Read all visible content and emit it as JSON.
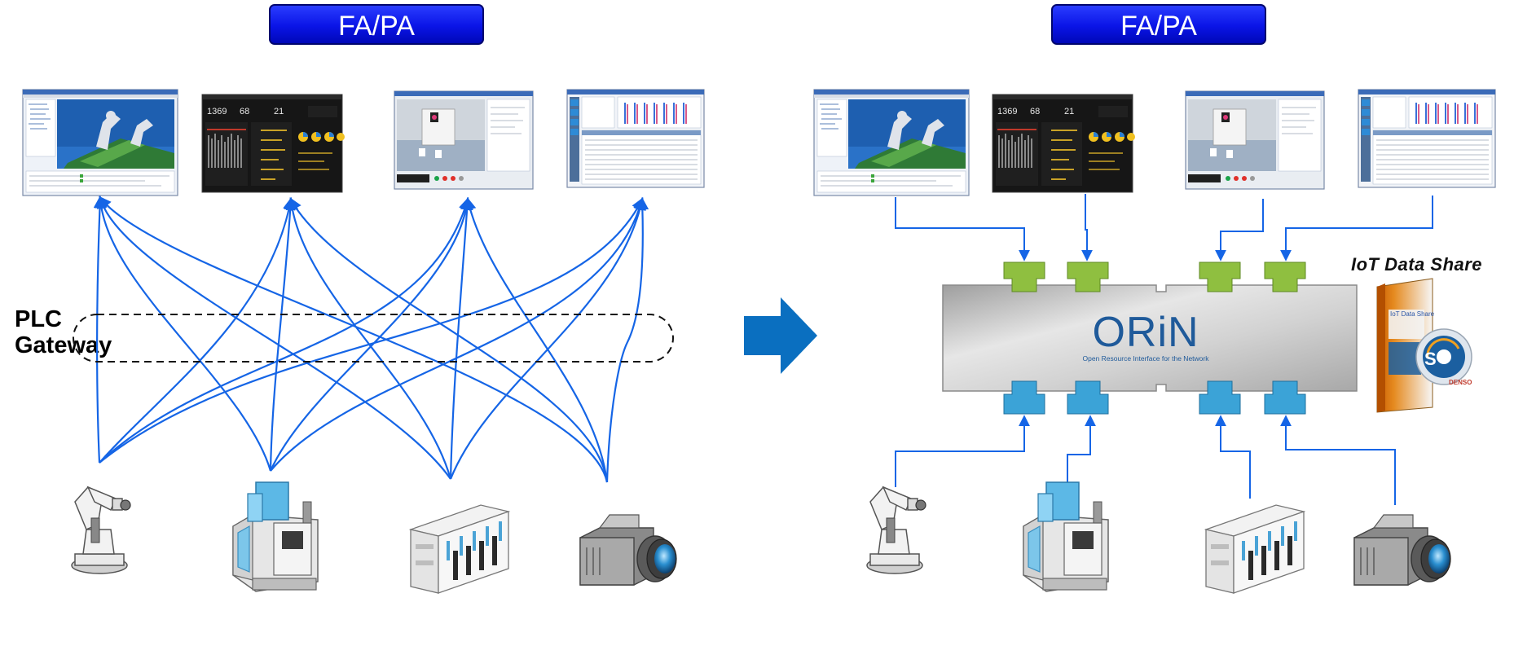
{
  "header_left": "FA/PA",
  "header_right": "FA/PA",
  "plc_gateway": {
    "line1": "PLC",
    "line2": "Gateway"
  },
  "orin": {
    "logo": "ORiN",
    "subtitle": "Open Resource Interface for the Network"
  },
  "iot_data_share": {
    "title": "IoT Data Share",
    "box_label": "IoT Data Share",
    "brand": "DENSO"
  },
  "dashboard": {
    "gauge1": "1369",
    "gauge2": "68",
    "gauge3": "21"
  },
  "colors": {
    "header_blue": "#0a14e6",
    "connection_line": "#1565e6",
    "arrow_blue": "#0a6fc0",
    "port_green": "#8fbf40",
    "port_blue": "#3ba3d7",
    "orin_panel": "#c8c8c8"
  },
  "icons": [
    "robot-arm-icon",
    "cnc-machine-icon",
    "plc-rack-icon",
    "camera-icon"
  ]
}
